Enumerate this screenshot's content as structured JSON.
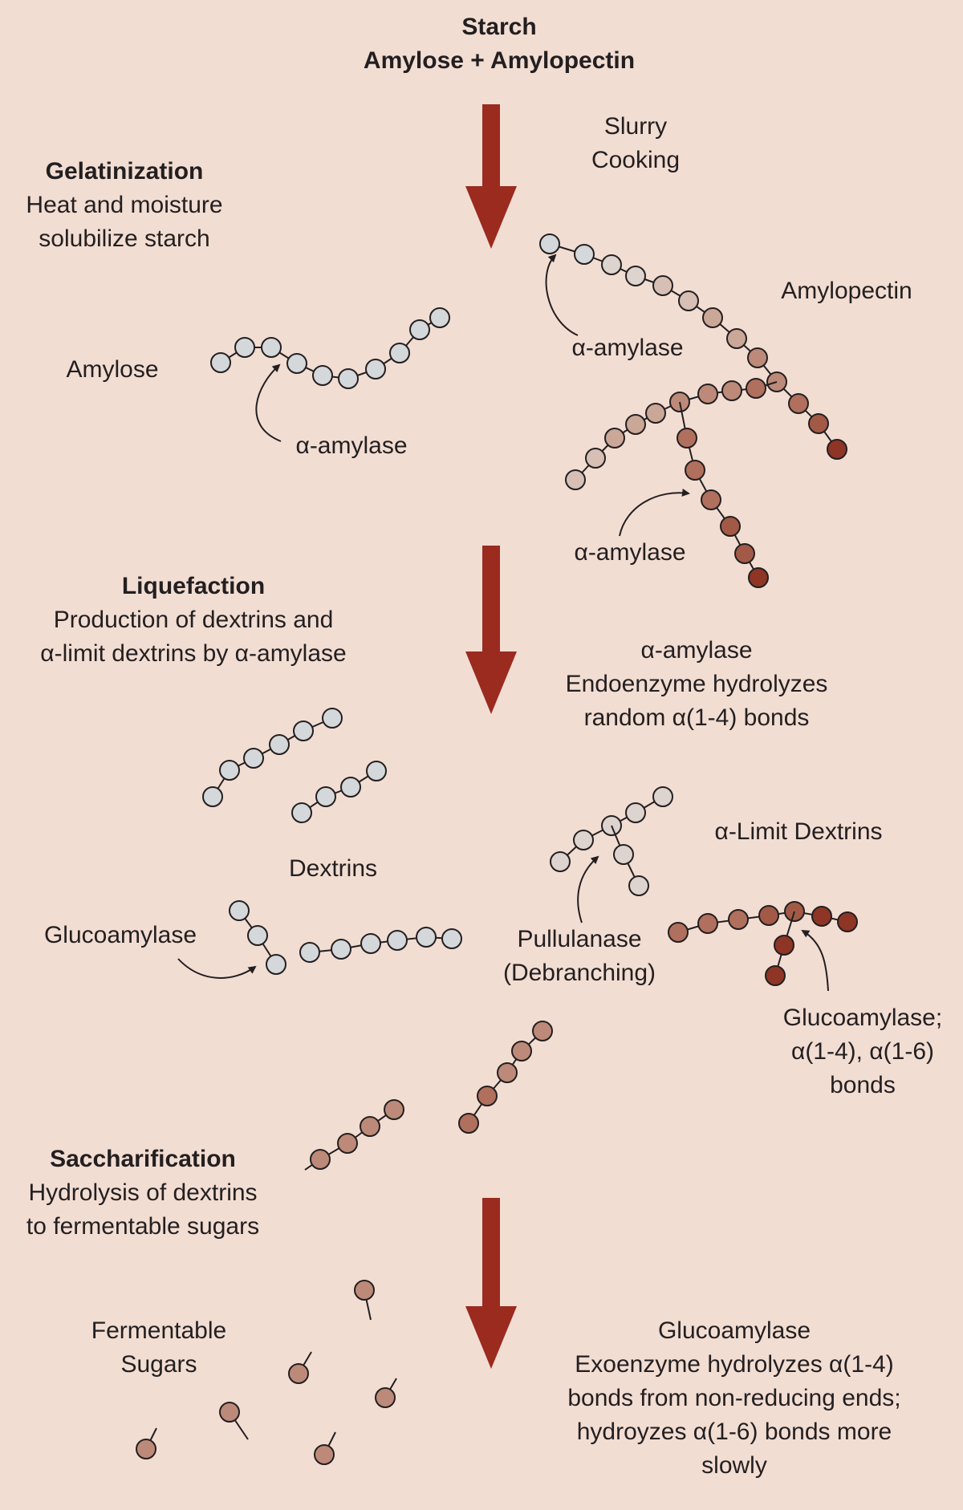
{
  "title": {
    "line1": "Starch",
    "line2": "Amylose + Amylopectin"
  },
  "stages": {
    "gelatinization": {
      "title": "Gelatinization",
      "line1": "Heat and moisture",
      "line2": "solubilize starch"
    },
    "liquefaction": {
      "title": "Liquefaction",
      "line1": "Production of dextrins and",
      "line2": "α-limit dextrins by α-amylase"
    },
    "saccharification": {
      "title": "Saccharification",
      "line1": "Hydrolysis of dextrins",
      "line2": "to fermentable sugars"
    }
  },
  "process": {
    "line1": "Slurry",
    "line2": "Cooking"
  },
  "labels": {
    "amylose": "Amylose",
    "amylopectin": "Amylopectin",
    "alpha_amylase": "α-amylase",
    "dextrins": "Dextrins",
    "alpha_limit_dextrins": "α-Limit Dextrins",
    "glucoamylase": "Glucoamylase",
    "pullulanase_line1": "Pullulanase",
    "pullulanase_line2": "(Debranching)",
    "glucoamylase_bonds_line1": "Glucoamylase;",
    "glucoamylase_bonds_line2": "α(1-4), α(1-6)",
    "glucoamylase_bonds_line3": "bonds",
    "fermentable_line1": "Fermentable",
    "fermentable_line2": "Sugars"
  },
  "enzymes": {
    "alpha_amylase": {
      "title": "α-amylase",
      "line1": "Endoenzyme hydrolyzes",
      "line2": "random α(1-4) bonds"
    },
    "glucoamylase": {
      "title": "Glucoamylase",
      "line1": "Exoenzyme hydrolyzes α(1-4)",
      "line2": "bonds from non-reducing ends;",
      "line3": "hydroyzes α(1-6) bonds more",
      "line4": "slowly"
    }
  },
  "colors": {
    "background": "#f2ddd3",
    "arrow": "#9b2a1f",
    "text": "#231f20"
  }
}
